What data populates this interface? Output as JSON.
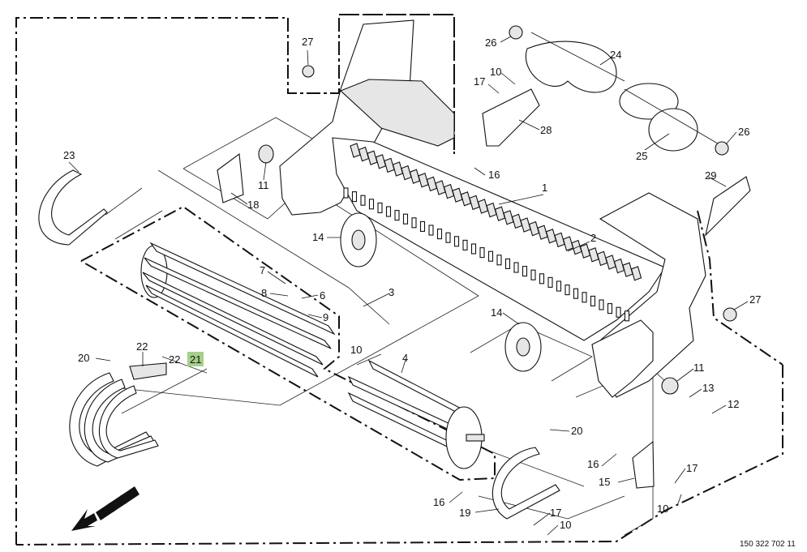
{
  "diagram": {
    "callouts": [
      {
        "id": "c1",
        "label": "1"
      },
      {
        "id": "c2",
        "label": "2"
      },
      {
        "id": "c3",
        "label": "3"
      },
      {
        "id": "c4",
        "label": "4"
      },
      {
        "id": "c6",
        "label": "6"
      },
      {
        "id": "c7",
        "label": "7"
      },
      {
        "id": "c8",
        "label": "8"
      },
      {
        "id": "c9",
        "label": "9"
      },
      {
        "id": "c10a",
        "label": "10"
      },
      {
        "id": "c10b",
        "label": "10"
      },
      {
        "id": "c10c",
        "label": "10"
      },
      {
        "id": "c10d",
        "label": "10"
      },
      {
        "id": "c11a",
        "label": "11"
      },
      {
        "id": "c11b",
        "label": "11"
      },
      {
        "id": "c12",
        "label": "12"
      },
      {
        "id": "c13",
        "label": "13"
      },
      {
        "id": "c14a",
        "label": "14"
      },
      {
        "id": "c14b",
        "label": "14"
      },
      {
        "id": "c15",
        "label": "15"
      },
      {
        "id": "c16a",
        "label": "16"
      },
      {
        "id": "c16b",
        "label": "16"
      },
      {
        "id": "c16c",
        "label": "16"
      },
      {
        "id": "c17a",
        "label": "17"
      },
      {
        "id": "c17b",
        "label": "17"
      },
      {
        "id": "c17c",
        "label": "17"
      },
      {
        "id": "c18",
        "label": "18"
      },
      {
        "id": "c19",
        "label": "19"
      },
      {
        "id": "c20a",
        "label": "20"
      },
      {
        "id": "c20b",
        "label": "20"
      },
      {
        "id": "c21",
        "label": "21",
        "highlighted": true
      },
      {
        "id": "c22a",
        "label": "22"
      },
      {
        "id": "c22b",
        "label": "22"
      },
      {
        "id": "c23",
        "label": "23"
      },
      {
        "id": "c24",
        "label": "24"
      },
      {
        "id": "c25",
        "label": "25"
      },
      {
        "id": "c26a",
        "label": "26"
      },
      {
        "id": "c26b",
        "label": "26"
      },
      {
        "id": "c27a",
        "label": "27"
      },
      {
        "id": "c27b",
        "label": "27"
      },
      {
        "id": "c28",
        "label": "28"
      },
      {
        "id": "c29",
        "label": "29"
      }
    ],
    "document_number": "150 322 702 11",
    "highlight_color": "#a6cf8a",
    "line_color": "#111111",
    "icons": [
      "direction-arrow-icon"
    ]
  }
}
